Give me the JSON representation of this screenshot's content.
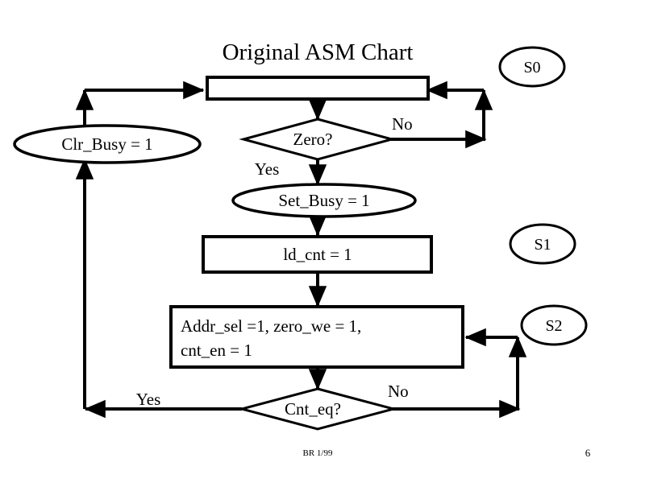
{
  "slide": {
    "title": "Original ASM Chart",
    "footer_note": "BR 1/99",
    "page_number": "6",
    "background_color": "#ffffff",
    "ink_color": "#000000"
  },
  "diagram": {
    "type": "asm-flowchart",
    "nodes": [
      {
        "id": "s0_box",
        "kind": "state-box",
        "text": ""
      },
      {
        "id": "clr_busy",
        "kind": "conditional-oval",
        "text": "Clr_Busy = 1"
      },
      {
        "id": "zero",
        "kind": "decision-diamond",
        "text": "Zero?"
      },
      {
        "id": "set_busy",
        "kind": "conditional-oval",
        "text": "Set_Busy = 1"
      },
      {
        "id": "ld_cnt",
        "kind": "state-box",
        "text": "ld_cnt = 1"
      },
      {
        "id": "addr_sel",
        "kind": "state-box",
        "text_line1": "Addr_sel =1, zero_we = 1,",
        "text_line2": "cnt_en = 1"
      },
      {
        "id": "cnt_eq",
        "kind": "decision-diamond",
        "text": "Cnt_eq?"
      }
    ],
    "state_labels": [
      {
        "id": "s0",
        "text": "S0"
      },
      {
        "id": "s1",
        "text": "S1"
      },
      {
        "id": "s2",
        "text": "S2"
      }
    ],
    "edge_labels": {
      "zero_no": "No",
      "zero_yes": "Yes",
      "cnt_eq_no": "No",
      "cnt_eq_yes": "Yes"
    }
  }
}
